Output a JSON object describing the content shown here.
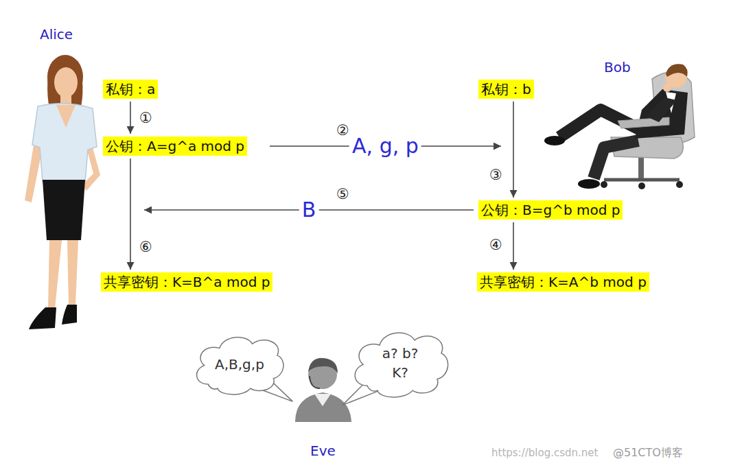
{
  "diagram": {
    "nodes": [
      {
        "text": [
          "私钥：a"
        ]
      },
      {
        "text": [
          "公钥：A=g^a mod p"
        ]
      },
      {
        "text": [
          "共享密钥：K=B^a mod p"
        ]
      },
      {
        "text": [
          "私钥：b"
        ]
      },
      {
        "text": [
          "公钥：B=g^b mod p"
        ]
      },
      {
        "text": [
          "共享密钥：K=A^b mod p"
        ]
      },
      {
        "text": [
          "A,B,g,p"
        ]
      },
      {
        "text": [
          "a? b? K?"
        ]
      }
    ],
    "edges": [
      {
        "from": 0,
        "to": 1,
        "arrow": "to"
      },
      {
        "from": 1,
        "to": 4,
        "label": "A, g, p",
        "arrow": "to"
      },
      {
        "from": 3,
        "to": 4,
        "arrow": "to"
      },
      {
        "from": 4,
        "to": 5,
        "arrow": "to"
      },
      {
        "from": 4,
        "to": 2,
        "label": "B",
        "arrow": "to"
      },
      {
        "from": 1,
        "to": 2,
        "arrow": "to"
      }
    ],
    "labels": [
      "Alice",
      "Bob",
      "Eve",
      "①",
      "②",
      "③",
      "④",
      "⑤",
      "⑥",
      "https://blog.csdn.net",
      "@51CTO博客"
    ]
  }
}
